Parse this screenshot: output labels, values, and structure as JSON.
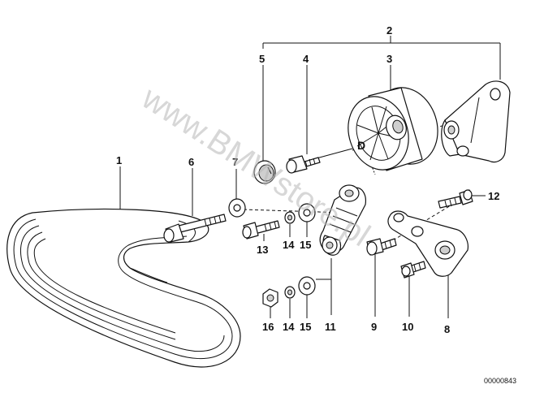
{
  "diagram": {
    "watermark": "www.BMWstore.pl",
    "reference_number": "00000843",
    "dimension_label": "D",
    "callouts": [
      {
        "id": "c1",
        "text": "1"
      },
      {
        "id": "c2",
        "text": "2"
      },
      {
        "id": "c3",
        "text": "3"
      },
      {
        "id": "c4",
        "text": "4"
      },
      {
        "id": "c5",
        "text": "5"
      },
      {
        "id": "c6",
        "text": "6"
      },
      {
        "id": "c7",
        "text": "7"
      },
      {
        "id": "c8",
        "text": "8"
      },
      {
        "id": "c9",
        "text": "9"
      },
      {
        "id": "c10",
        "text": "10"
      },
      {
        "id": "c11",
        "text": "11"
      },
      {
        "id": "c12",
        "text": "12"
      },
      {
        "id": "c13",
        "text": "13"
      },
      {
        "id": "c14a",
        "text": "14"
      },
      {
        "id": "c15a",
        "text": "15"
      },
      {
        "id": "c14b",
        "text": "14"
      },
      {
        "id": "c15b",
        "text": "15"
      },
      {
        "id": "c16",
        "text": "16"
      }
    ],
    "parts": [
      {
        "name": "ribbed-v-belt"
      },
      {
        "name": "tensioner-assembly"
      },
      {
        "name": "deflection-pulley"
      },
      {
        "name": "hex-bolt"
      },
      {
        "name": "dust-cap"
      },
      {
        "name": "long-hex-bolt"
      },
      {
        "name": "washer"
      },
      {
        "name": "mounting-bracket"
      },
      {
        "name": "hex-bolt-bracket"
      },
      {
        "name": "hex-bolt-small"
      },
      {
        "name": "tensioner-damper"
      },
      {
        "name": "hex-bolt-top"
      },
      {
        "name": "hex-bolt-short"
      },
      {
        "name": "spring-washer"
      },
      {
        "name": "flat-washer"
      },
      {
        "name": "hex-nut"
      }
    ]
  }
}
